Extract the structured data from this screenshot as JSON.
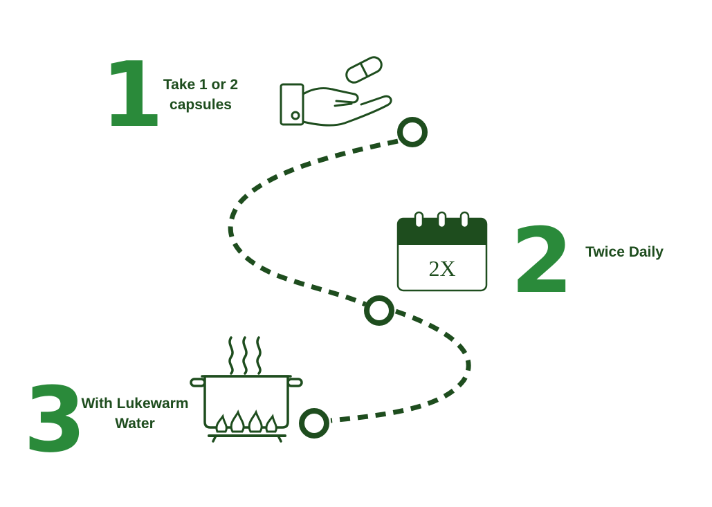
{
  "colors": {
    "number_green": "#2a8a3a",
    "dark_green": "#1e4d1e",
    "path_green": "#1e4d1e"
  },
  "steps": [
    {
      "number": "1",
      "label_lines": [
        "Take 1 or 2",
        "capsules"
      ],
      "icon": "hand-with-capsule-icon"
    },
    {
      "number": "2",
      "label_lines": [
        "Twice Daily"
      ],
      "icon": "calendar-icon",
      "icon_text": "2X"
    },
    {
      "number": "3",
      "label_lines": [
        "With Lukewarm",
        "Water"
      ],
      "icon": "steaming-pot-on-stove-icon"
    }
  ]
}
